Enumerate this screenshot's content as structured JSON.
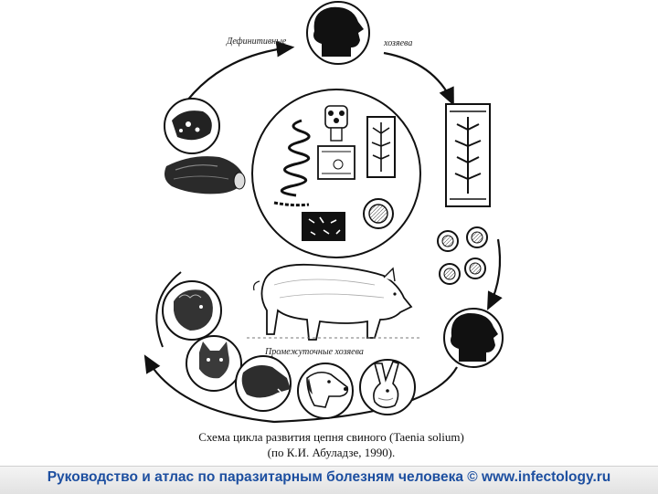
{
  "diagram": {
    "definitive_host_label_left": "Дефинитивные",
    "definitive_host_label_right": "хозяева",
    "intermediate_host_label": "Промежуточные хозяева",
    "caption_line1": "Схема цикла развития цепня свиного (Taenia solium)",
    "caption_line2": "(по К.И. Абуладзе, 1990)."
  },
  "footer": {
    "text": "Руководство и атлас по паразитарным болезням человека © www.infectology.ru",
    "color": "#1d4fa0"
  }
}
